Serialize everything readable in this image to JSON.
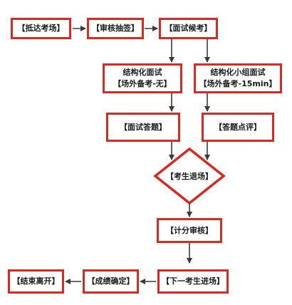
{
  "colors": {
    "node_border": "#d62a22",
    "arrow": "#3a3a3a",
    "text": "#1a1a1a"
  },
  "nodes": {
    "arrive": "【抵达考场】",
    "review_draw": "【审核抽签】",
    "wait": "【面试候考】",
    "structured_line1": "结构化面试",
    "structured_line2": "【场外备考-无】",
    "group_line1": "结构化小组面试",
    "group_line2": "【场外备考-15min】",
    "answer": "【面试答题】",
    "comment": "【答题点评】",
    "exit": "【考生退场】",
    "score_review": "【计分审核】",
    "next_in": "【下一考生进场】",
    "confirm_result": "【成绩确定】",
    "finish_leave": "【结束离开】"
  }
}
